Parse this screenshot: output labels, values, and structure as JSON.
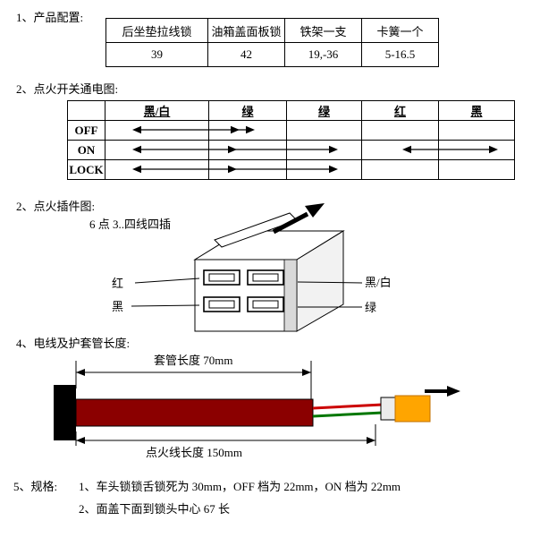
{
  "section1": {
    "title": "1、产品配置:",
    "table": {
      "headers": [
        "后坐垫拉线锁",
        "油箱盖面板锁",
        "铁架一支",
        "卡簧一个"
      ],
      "values": [
        "39",
        "42",
        "19,-36",
        "5-16.5"
      ]
    }
  },
  "section2": {
    "title": "2、点火开关通电图:",
    "table": {
      "wire_headers": [
        "黑/白",
        "绿",
        "绿",
        "红",
        "黑"
      ],
      "row_labels": [
        "OFF",
        "ON",
        "LOCK"
      ]
    }
  },
  "section3": {
    "title": "2、点火插件图:",
    "note": "6 点 3..四线四插",
    "pin_labels": {
      "left_top": "红",
      "left_bottom": "黑",
      "right_top": "黑/白",
      "right_bottom": "绿"
    }
  },
  "section4": {
    "title": "4、电线及护套管长度:",
    "sheath_length_label": "套管长度 70mm",
    "wire_length_label": "点火线长度 150mm"
  },
  "section5": {
    "title": "5、规格:",
    "spec_lines": [
      "1、车头锁锁舌锁死为 30mm，OFF 档为 22mm，ON 档为 22mm",
      "2、面盖下面到锁头中心 67 长"
    ]
  },
  "colors": {
    "sheath_body": "#8b0000",
    "wire_red": "#cc0000",
    "wire_green": "#007700",
    "connector_orange": "#ffa500"
  }
}
